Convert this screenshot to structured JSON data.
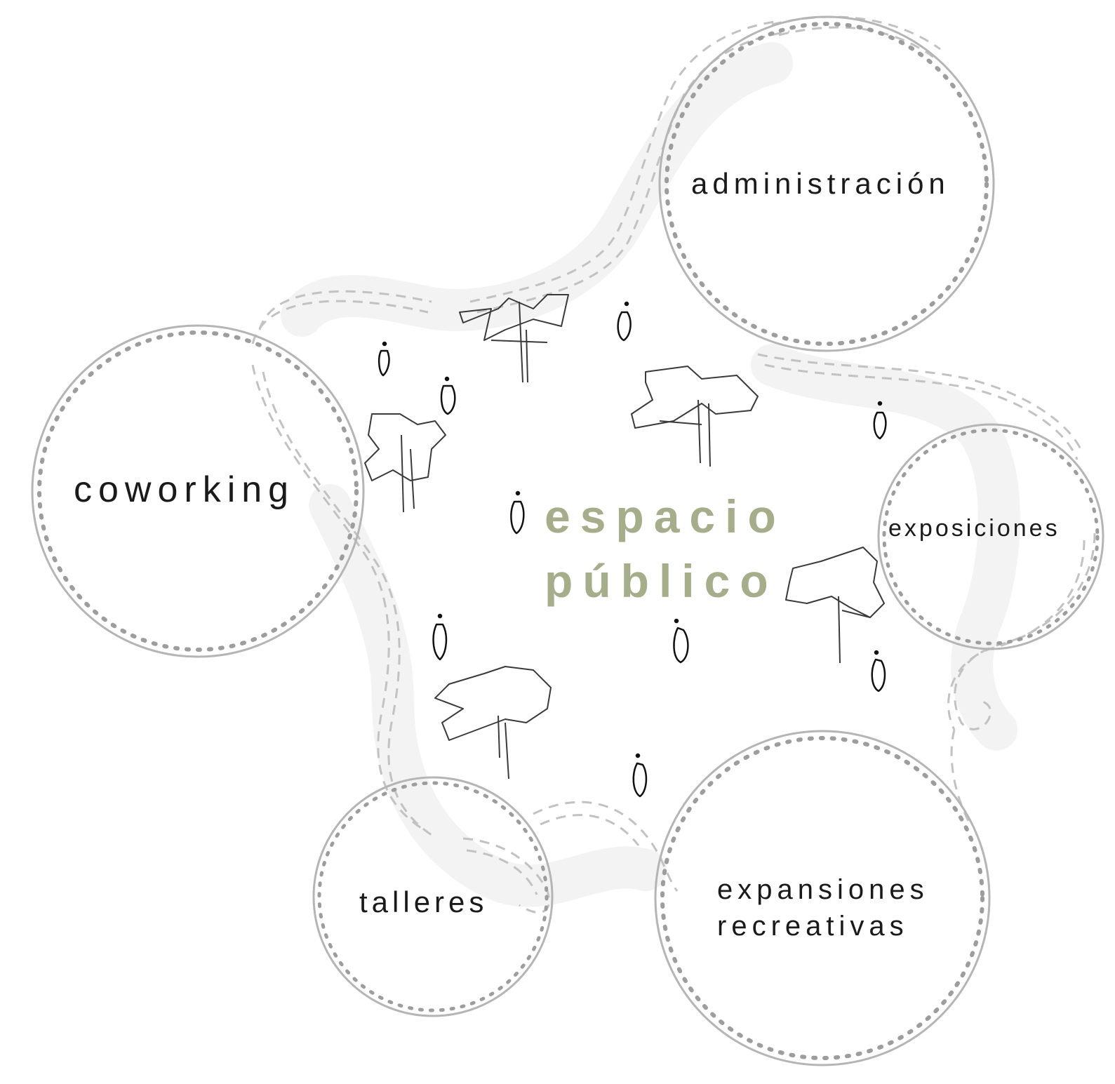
{
  "center": {
    "line1": "espacio",
    "line2": "público",
    "color": "#a5ad8b"
  },
  "nodes": {
    "administracion": "administración",
    "coworking": "coworking",
    "exposiciones": "exposiciones",
    "talleres": "talleres",
    "expansiones_line1": "expansiones",
    "expansiones_line2": "recreativas"
  },
  "colors": {
    "ring": "#b5b5b5",
    "ring_dots": "#9d9d9d",
    "path": "#c4c4c4",
    "sketch": "#3a3a3a",
    "figure": "#111111",
    "shadow": "#f2f2f2"
  }
}
